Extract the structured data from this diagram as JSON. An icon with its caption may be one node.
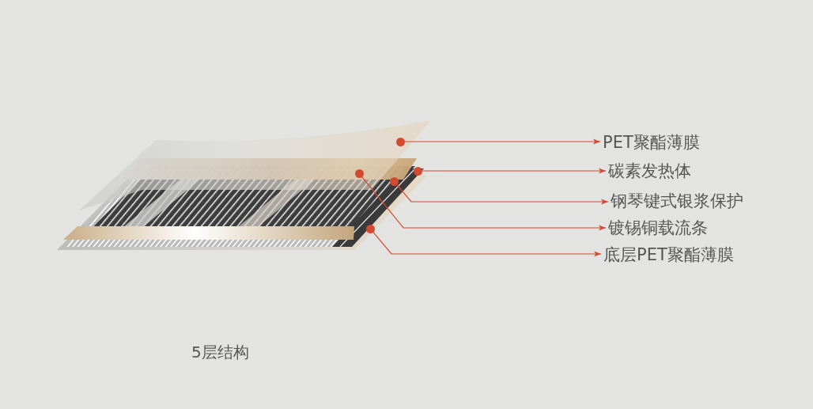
{
  "diagram": {
    "nodes": [
      {
        "text": [
          "PET聚酯薄膜"
        ]
      },
      {
        "text": [
          "碳素发热体"
        ]
      },
      {
        "text": [
          "钢琴键式银浆保护"
        ]
      },
      {
        "text": [
          "镀锡铜载流条"
        ]
      },
      {
        "text": [
          "底层PET聚酯薄膜"
        ]
      },
      {
        "text": [],
        "shape": "circle"
      },
      {
        "text": [],
        "shape": "circle"
      },
      {
        "text": [],
        "shape": "circle"
      },
      {
        "text": [],
        "shape": "circle"
      },
      {
        "text": [],
        "shape": "circle"
      }
    ],
    "edges": [
      {
        "from": 5,
        "to": 0,
        "arrow": "to"
      },
      {
        "from": 6,
        "to": 1,
        "arrow": "to"
      },
      {
        "from": 7,
        "to": 2,
        "arrow": "to"
      },
      {
        "from": 8,
        "to": 3,
        "arrow": "to"
      },
      {
        "from": 9,
        "to": 4,
        "arrow": "to"
      }
    ],
    "labels": [
      "5层结构"
    ]
  }
}
